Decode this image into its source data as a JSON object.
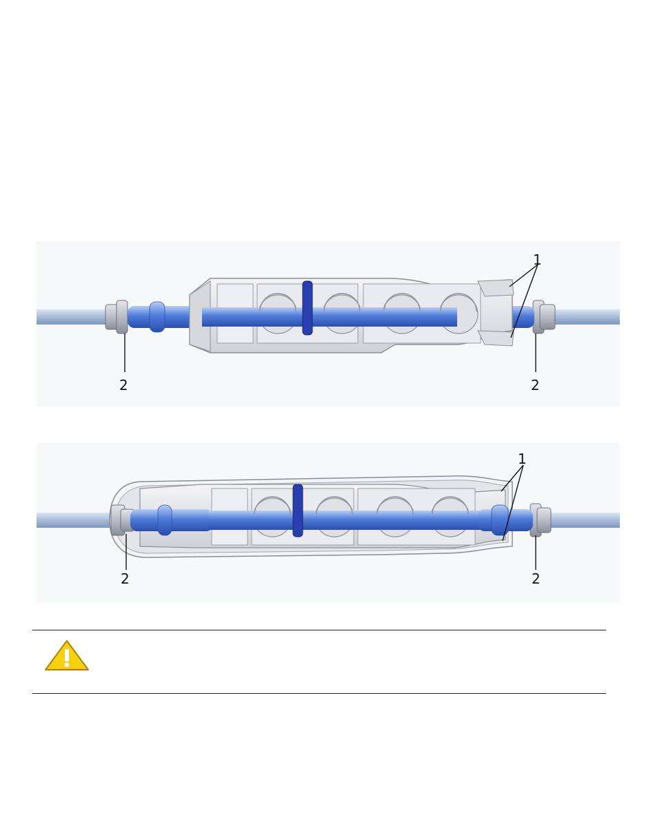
{
  "figures": [
    {
      "id": "fig1",
      "callouts": {
        "upper_right": "1",
        "left": "2",
        "right": "2"
      }
    },
    {
      "id": "fig2",
      "callouts": {
        "upper_right": "1",
        "left": "2",
        "right": "2"
      }
    }
  ],
  "colors": {
    "tube": "#4f7bd9",
    "tube_dark": "#2f57b8",
    "tube_light": "#a9c4f0",
    "cable": "#a8bcd8",
    "housing": "#e6e7ea",
    "housing_edge": "#8c8f96",
    "clip": "#2a3fae",
    "warning_fill": "#f5d10f",
    "warning_stroke": "#a88600"
  },
  "caution": {
    "icon": "warning-triangle-icon"
  }
}
